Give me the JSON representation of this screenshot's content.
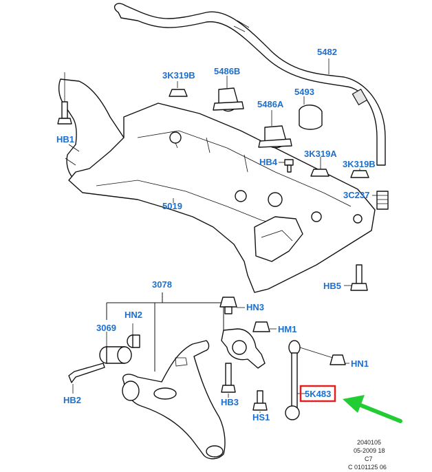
{
  "labels": {
    "l5482": "5482",
    "l3k319b_top": "3K319B",
    "l5486b": "5486B",
    "l5493": "5493",
    "l5486a": "5486A",
    "lhb1": "HB1",
    "lhb4": "HB4",
    "l3k319a": "3K319A",
    "l3k319b_right": "3K319B",
    "l3c237": "3C237",
    "l5019": "5019",
    "lhb5": "HB5",
    "l3078": "3078",
    "lhn3": "HN3",
    "l3069": "3069",
    "lhn2": "HN2",
    "lhm1": "HM1",
    "lhn1": "HN1",
    "l5k483": "5K483",
    "lhb2": "HB2",
    "lhb3": "HB3",
    "lhs1": "HS1"
  },
  "footer": {
    "line1": "2040105",
    "line2": "05-2009 18",
    "line3": "C7",
    "line4": "C 0101125 06"
  },
  "colors": {
    "label": "#1a6fd0",
    "highlight_box": "#e02020",
    "arrow": "#22cc33"
  }
}
